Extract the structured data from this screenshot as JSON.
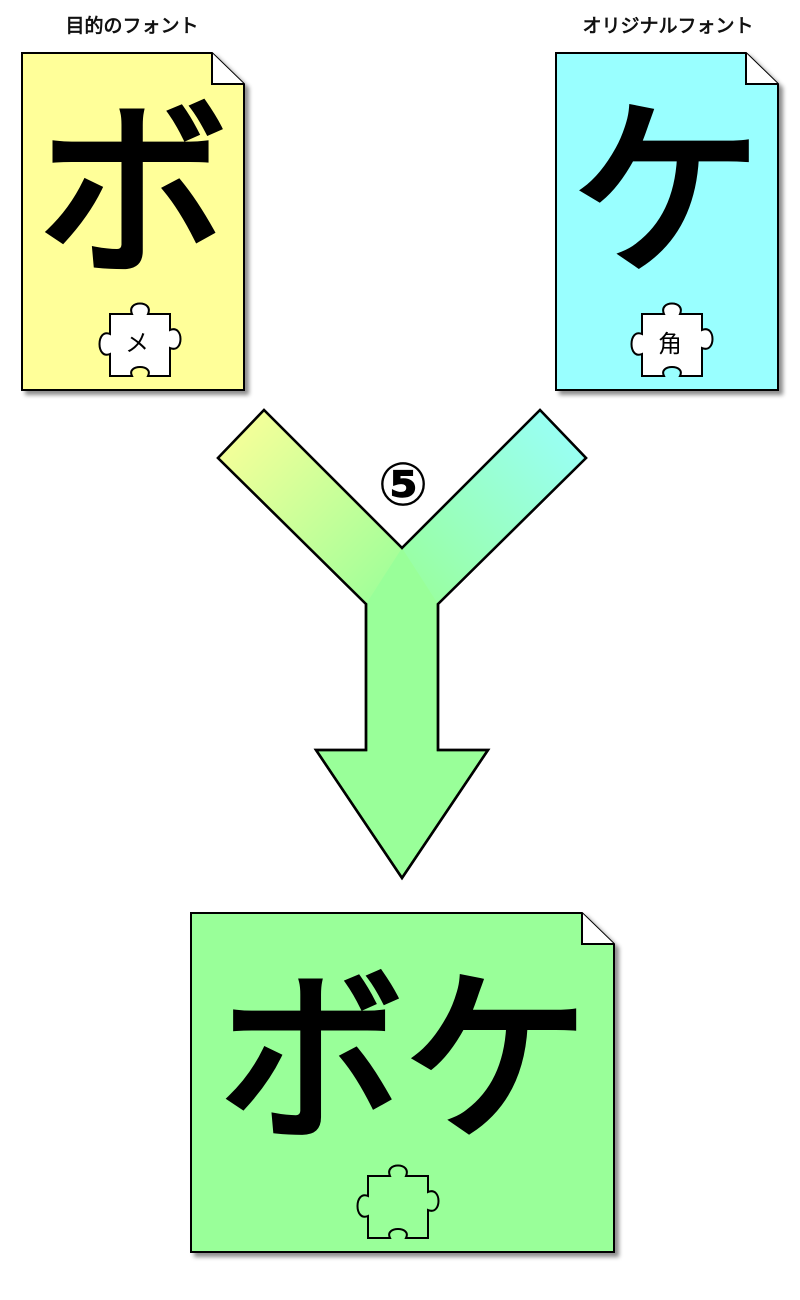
{
  "labels": {
    "target_font": "目的のフォント",
    "original_font": "オリジナルフォント"
  },
  "cards": {
    "target": {
      "glyph": "ボ",
      "puzzle_glyph": "メ",
      "color": "#ffff99"
    },
    "original": {
      "glyph": "ケ",
      "puzzle_glyph": "角",
      "color": "#99ffff"
    },
    "result": {
      "glyph": "ボケ",
      "puzzle_glyph": "",
      "color": "#99ff99"
    }
  },
  "merge_arrow": {
    "step_label": "⑤",
    "color": "#99ff99"
  }
}
